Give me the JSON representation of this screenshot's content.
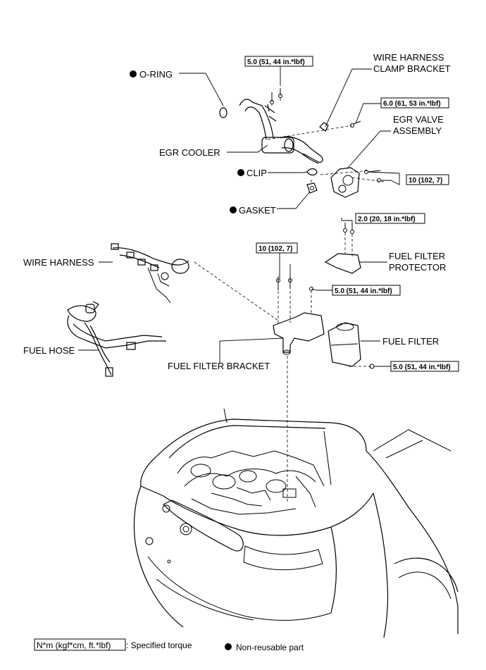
{
  "parts": {
    "o_ring": "O-RING",
    "wire_harness_clamp_bracket_1": "WIRE HARNESS",
    "wire_harness_clamp_bracket_2": "CLAMP BRACKET",
    "egr_valve_assembly_1": "EGR VALVE",
    "egr_valve_assembly_2": "ASSEMBLY",
    "egr_cooler": "EGR COOLER",
    "clip": "CLIP",
    "gasket": "GASKET",
    "wire_harness": "WIRE HARNESS",
    "fuel_filter_protector_1": "FUEL FILTER",
    "fuel_filter_protector_2": "PROTECTOR",
    "fuel_hose": "FUEL HOSE",
    "fuel_filter": "FUEL FILTER",
    "fuel_filter_bracket": "FUEL FILTER BRACKET"
  },
  "torques": {
    "egr_cooler_bolt": "5.0 (51, 44 in.*lbf)",
    "clamp_bracket_bolt": "6.0 (61, 53 in.*lbf)",
    "egr_valve_bolt": "10 (102, 7)",
    "protector_bolt": "2.0 (20, 18 in.*lbf)",
    "bracket_bolt": "10 (102, 7)",
    "bracket_small_bolt": "5.0 (51, 44 in.*lbf)",
    "fuel_filter_bolt": "5.0 (51, 44 in.*lbf)"
  },
  "legend": {
    "torque_unit": "N*m (kgf*cm, ft.*lbf)",
    "torque_desc": ": Specified torque",
    "non_reusable": "Non-reusable part"
  }
}
